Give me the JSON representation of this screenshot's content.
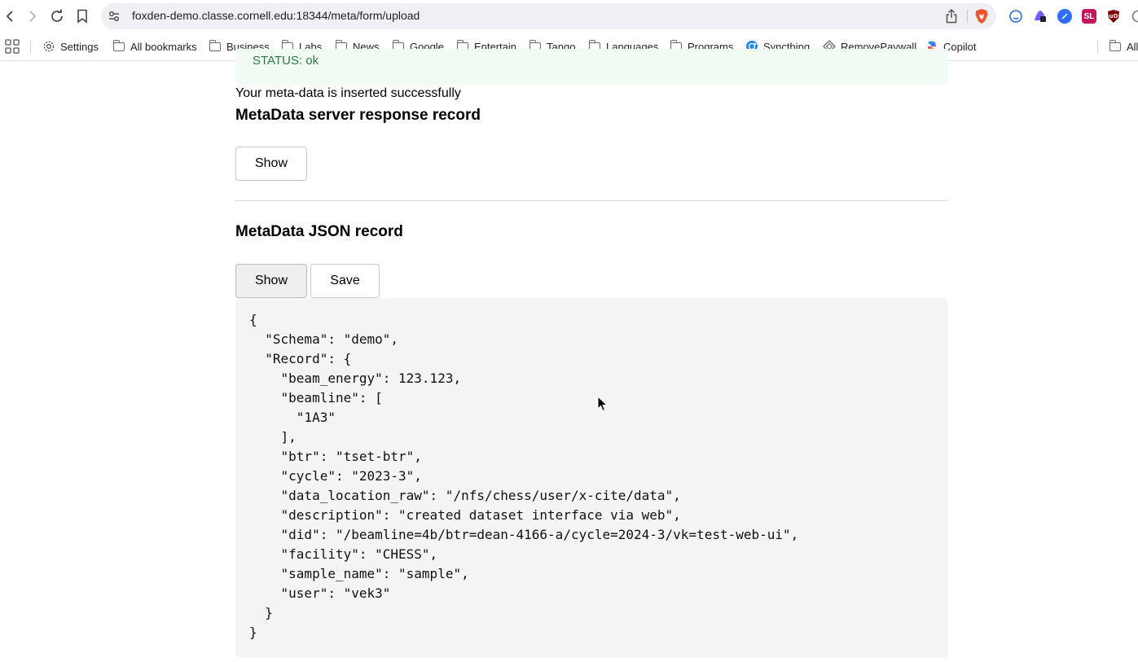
{
  "browser": {
    "url": "foxden-demo.classe.cornell.edu:18344/meta/form/upload",
    "bookmarks": [
      "Settings",
      "All bookmarks",
      "Business",
      "Labs",
      "News",
      "Google",
      "Entertain",
      "Tango",
      "Languages",
      "Programs",
      "Syncthing",
      "RemovePaywall",
      "Copilot"
    ],
    "bookmarks_overflow": "All",
    "extensions": [
      {
        "name": "chat-bubble-icon",
        "label": ""
      },
      {
        "name": "lock-extension-icon",
        "label": ""
      },
      {
        "name": "compass-extension-icon",
        "label": ""
      },
      {
        "name": "sl-extension-icon",
        "label": "SL"
      },
      {
        "name": "ublock-icon",
        "label": "UO"
      }
    ]
  },
  "page": {
    "status_text": "STATUS: ok",
    "success_message": "Your meta-data is inserted successfully",
    "response_section": {
      "title": "MetaData server response record",
      "show_label": "Show"
    },
    "json_section": {
      "title": "MetaData JSON record",
      "show_label": "Show",
      "save_label": "Save"
    },
    "json_record": "{\n  \"Schema\": \"demo\",\n  \"Record\": {\n    \"beam_energy\": 123.123,\n    \"beamline\": [\n      \"1A3\"\n    ],\n    \"btr\": \"tset-btr\",\n    \"cycle\": \"2023-3\",\n    \"data_location_raw\": \"/nfs/chess/user/x-cite/data\",\n    \"description\": \"created dataset interface via web\",\n    \"did\": \"/beamline=4b/btr=dean-4166-a/cycle=2024-3/vk=test-web-ui\",\n    \"facility\": \"CHESS\",\n    \"sample_name\": \"sample\",\n    \"user\": \"vek3\"\n  }\n}"
  },
  "colors": {
    "status_bg": "#f1fbf4",
    "status_text": "#2c7a3f",
    "json_bg": "#f4f4f4",
    "button_border": "#c9c9c9"
  }
}
